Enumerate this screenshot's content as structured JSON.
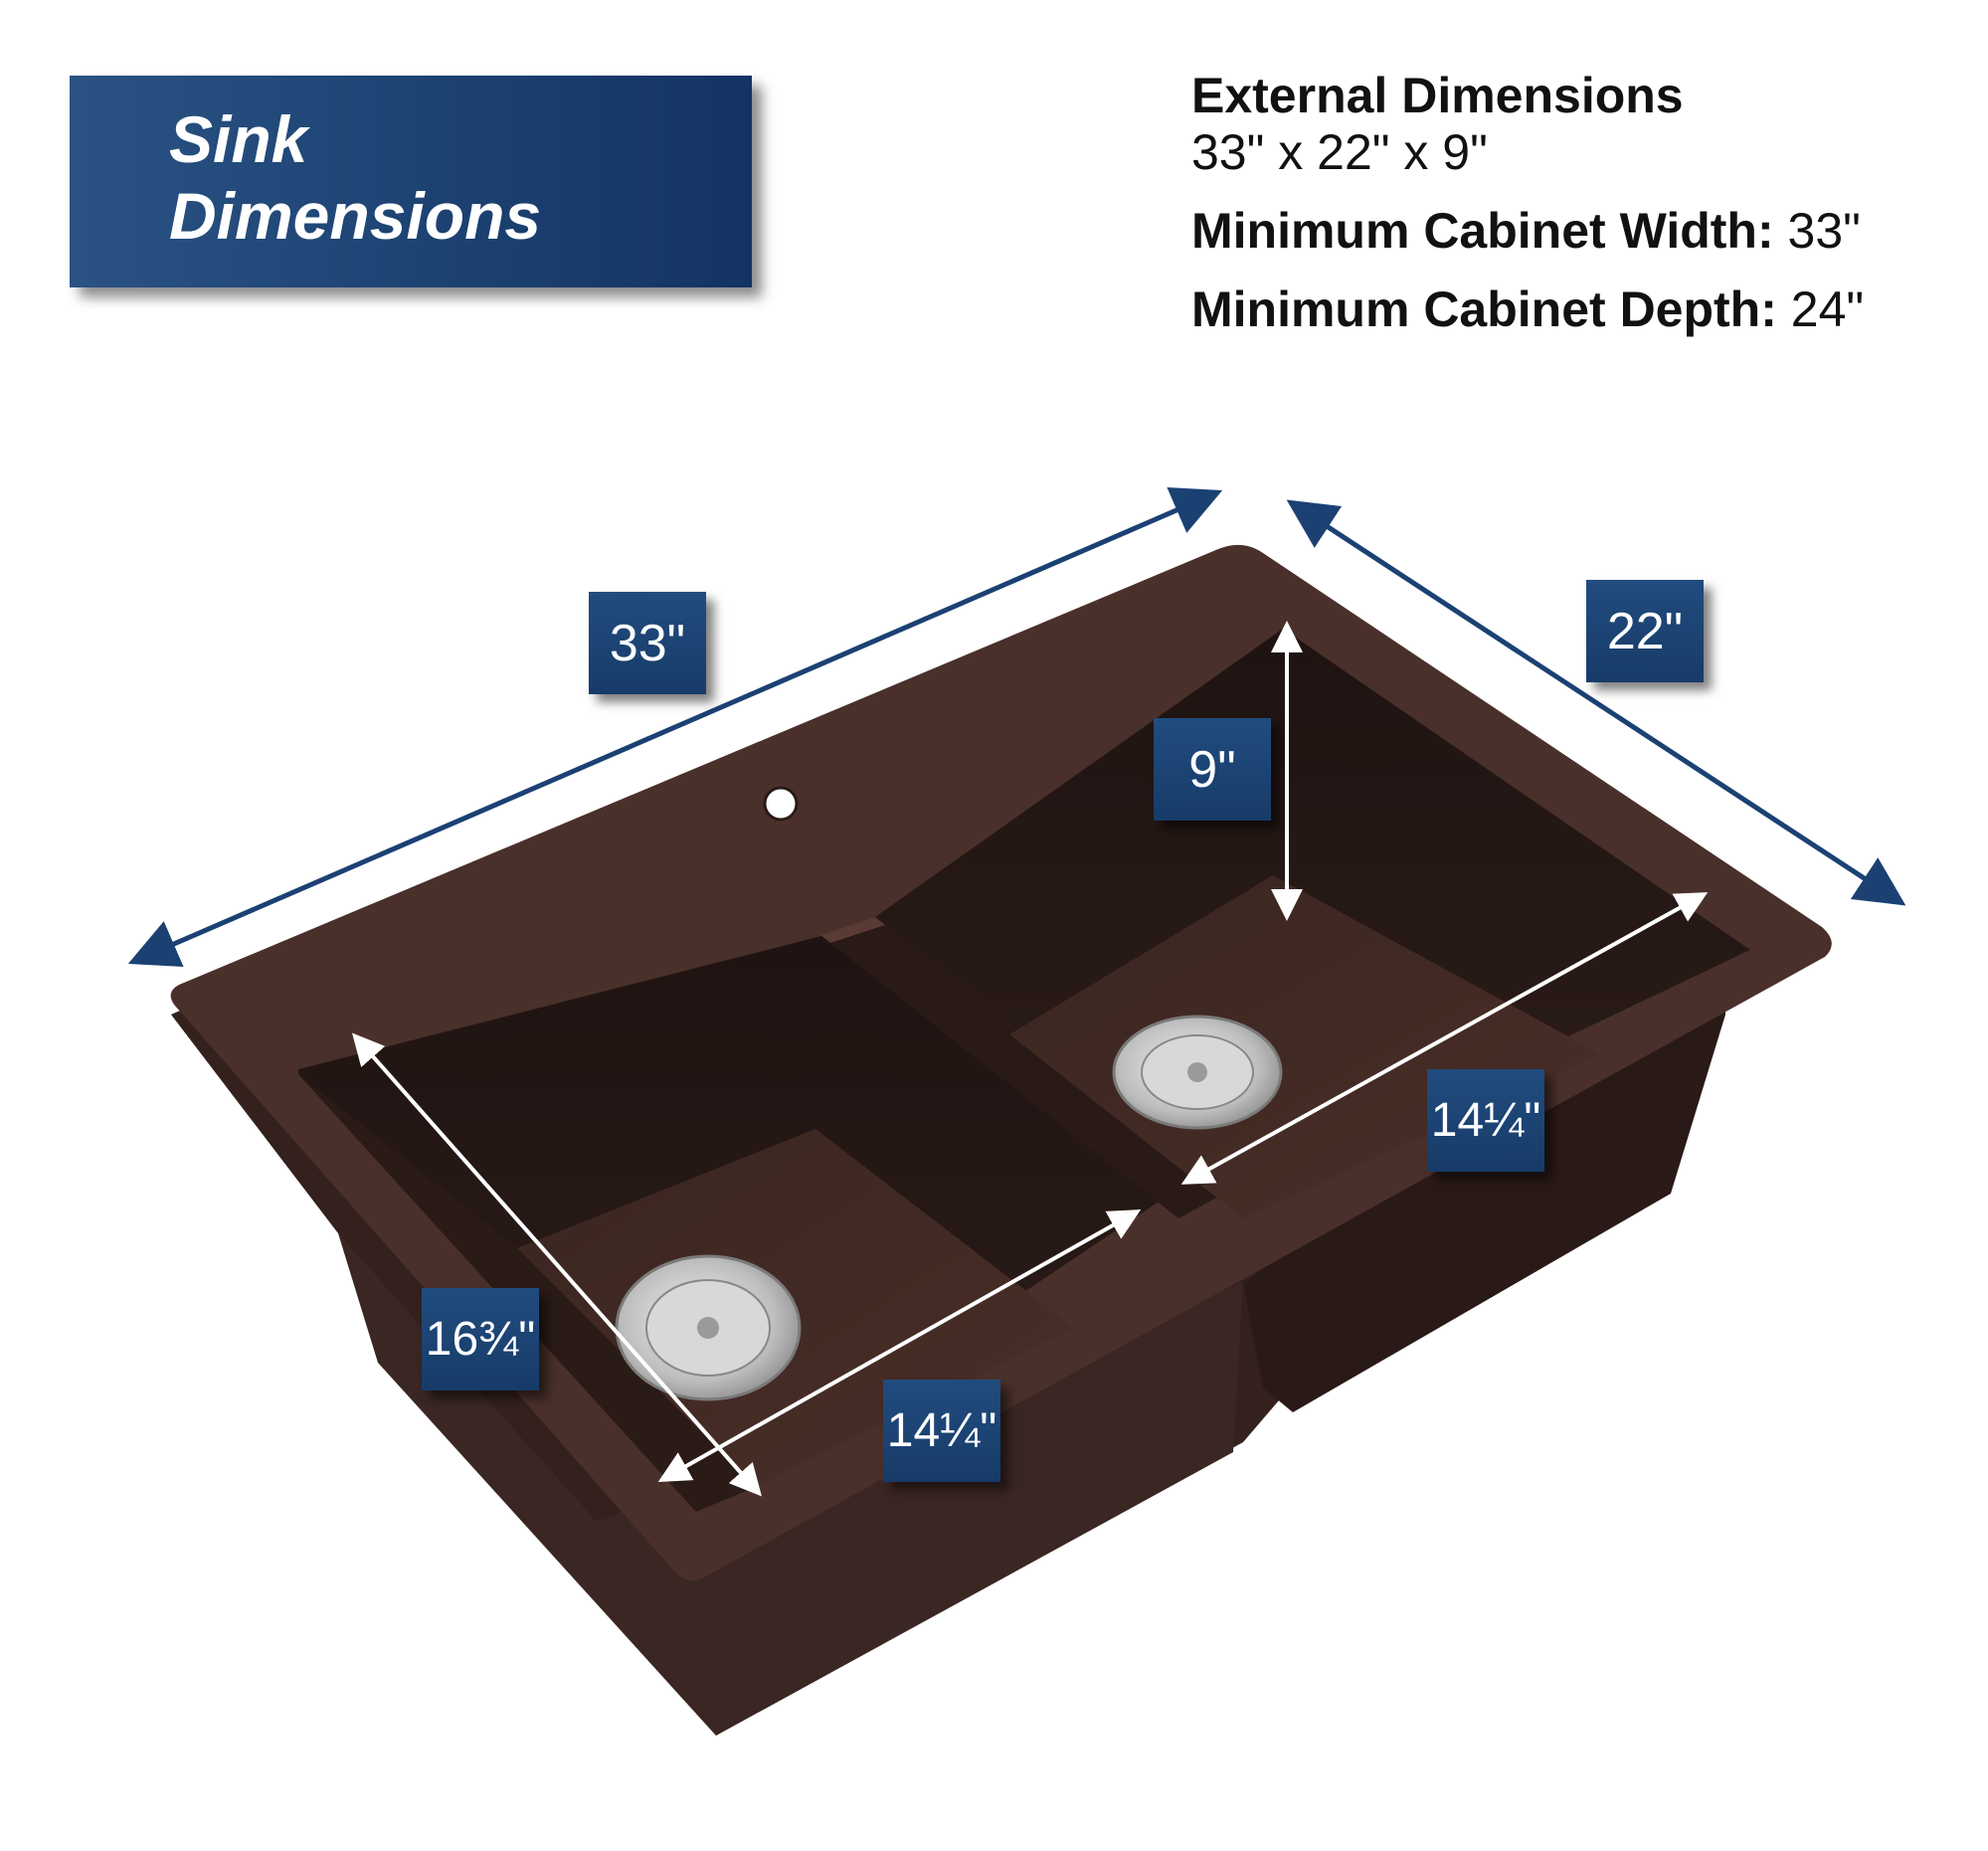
{
  "header": {
    "title_line1": "Sink",
    "title_line2": "Dimensions"
  },
  "specs": {
    "external_label": "External Dimensions",
    "external_value": "33\" x 22\" x 9\"",
    "cabinet_width_label": "Minimum Cabinet Width:",
    "cabinet_width_value": "33\"",
    "cabinet_depth_label": "Minimum Cabinet Depth:",
    "cabinet_depth_value": "24\""
  },
  "dimensions": {
    "length": "33\"",
    "width": "22\"",
    "depth": "9\"",
    "bowl_left_length": "16¾\"",
    "bowl_left_width": "14¼\"",
    "bowl_right_width": "14¼\""
  },
  "colors": {
    "badge": "#1b4173",
    "sink": "#3c2621",
    "arrow_blue": "#1b4173",
    "arrow_white": "#ffffff"
  }
}
